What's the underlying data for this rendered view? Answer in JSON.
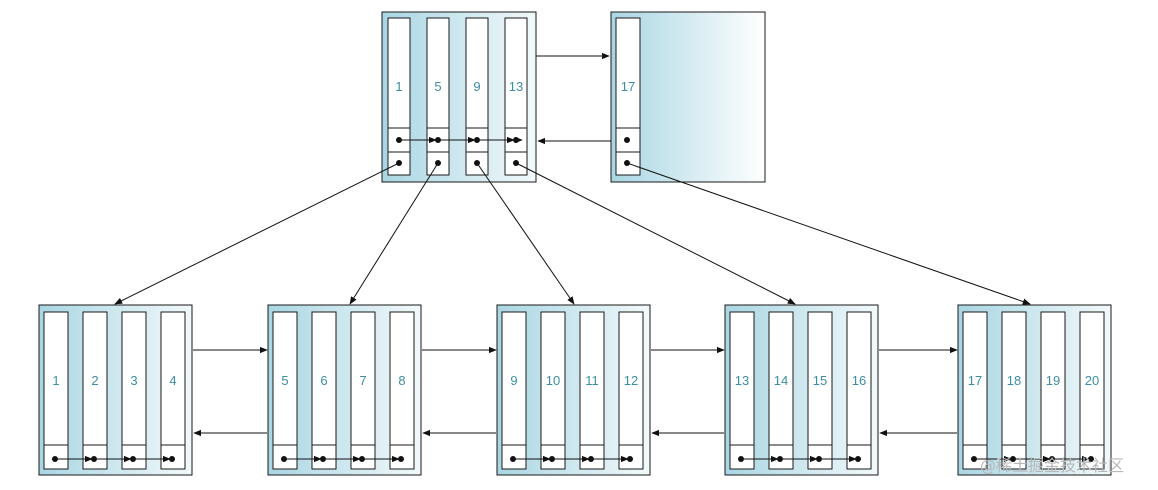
{
  "diagram": {
    "root": {
      "keys": [
        "1",
        "5",
        "9",
        "13"
      ]
    },
    "root_sibling": {
      "keys": [
        "17"
      ]
    },
    "leaves": [
      {
        "keys": [
          "1",
          "2",
          "3",
          "4"
        ]
      },
      {
        "keys": [
          "5",
          "6",
          "7",
          "8"
        ]
      },
      {
        "keys": [
          "9",
          "10",
          "11",
          "12"
        ]
      },
      {
        "keys": [
          "13",
          "14",
          "15",
          "16"
        ]
      },
      {
        "keys": [
          "17",
          "18",
          "19",
          "20"
        ]
      }
    ]
  },
  "watermark": {
    "text": "@稀土掘金技术社区"
  },
  "colors": {
    "node_gradient_start": "#a9d6e3",
    "node_gradient_end": "#ffffff",
    "key_text": "#3b8ea5",
    "stroke": "#1a1a1a"
  }
}
